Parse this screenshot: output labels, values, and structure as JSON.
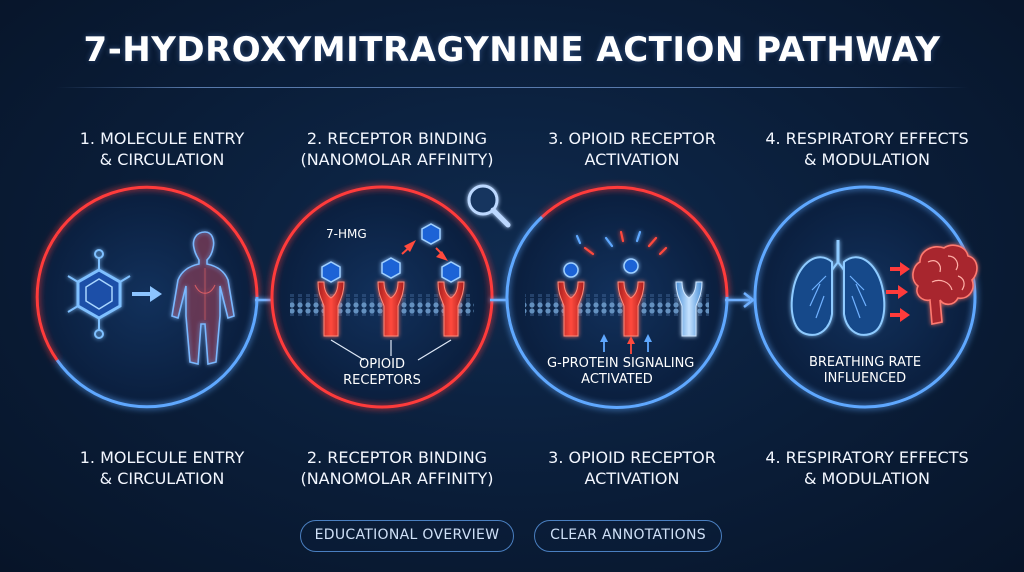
{
  "title": "7-HYDROXYMITRAGYNINE ACTION PATHWAY",
  "steps_top": [
    {
      "line1": "1. MOLECULE ENTRY",
      "line2": "& CIRCULATION"
    },
    {
      "line1": "2. RECEPTOR BINDING",
      "line2": "(NANOMOLAR AFFINITY)"
    },
    {
      "line1": "3. OPIOID RECEPTOR",
      "line2": "ACTIVATION"
    },
    {
      "line1": "4. RESPIRATORY EFFECTS",
      "line2": "& MODULATION"
    }
  ],
  "steps_bottom": [
    {
      "line1": "1. MOLECULE ENTRY",
      "line2": "& CIRCULATION"
    },
    {
      "line1": "2. RECEPTOR BINDING",
      "line2": "(NANOMOLAR AFFINITY)"
    },
    {
      "line1": "3. OPIOID RECEPTOR",
      "line2": "ACTIVATION"
    },
    {
      "line1": "4. RESPIRATORY EFFECTS",
      "line2": "& MODULATION"
    }
  ],
  "annotations": {
    "compound_tag": "7-HMG",
    "receptors": {
      "line1": "OPIOID",
      "line2": "RECEPTORS"
    },
    "signaling": {
      "line1": "G-PROTEIN SIGNALING",
      "line2": "ACTIVATED"
    },
    "breathing": {
      "line1": "BREATHING RATE",
      "line2": "INFLUENCED"
    }
  },
  "badges": [
    "EDUCATIONAL OVERVIEW",
    "CLEAR ANNOTATIONS"
  ],
  "colors": {
    "background": "#0a1d38",
    "blue_glow": "#5fa8ff",
    "red_glow": "#ff3b3b",
    "receptor_red": "#d9312b",
    "molecule_blue": "#1e63d6"
  },
  "icons": [
    "hexagon-molecule-icon",
    "human-body-icon",
    "magnifier-icon",
    "lungs-icon",
    "brain-icon"
  ]
}
